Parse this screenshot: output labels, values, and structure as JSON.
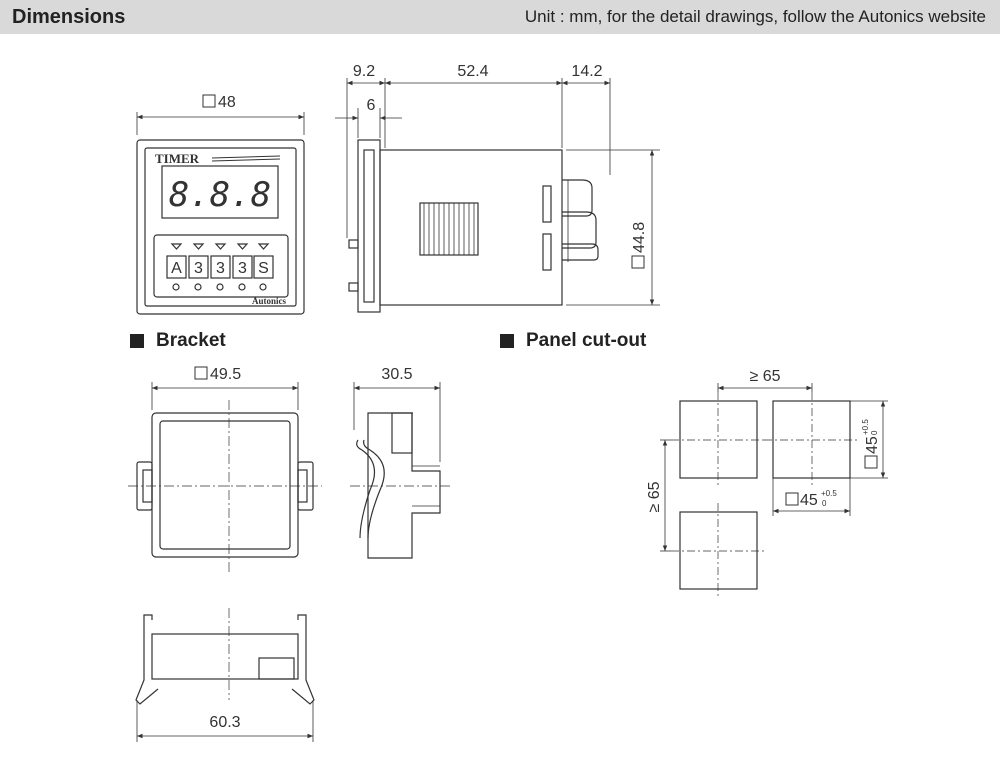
{
  "header": {
    "title": "Dimensions",
    "note": "Unit : mm, for the detail drawings, follow the Autonics website"
  },
  "front_view": {
    "width_dim": "48",
    "brand_label": "TIMER",
    "display_text": "8.8.8",
    "dials": [
      "A",
      "3",
      "3",
      "3",
      "S"
    ],
    "maker": "Autonics"
  },
  "side_view": {
    "dim_top_left": "9.2",
    "dim_top_mid": "52.4",
    "dim_top_right": "14.2",
    "dim_flange": "6",
    "dim_height": "44.8"
  },
  "sections": {
    "bracket": "Bracket",
    "panel_cutout": "Panel cut-out"
  },
  "bracket": {
    "front_width": "49.5",
    "side_width": "30.5",
    "bottom_width": "60.3"
  },
  "panel_cutout": {
    "pitch_h": "≥ 65",
    "pitch_v": "≥ 65",
    "hole_v": "45",
    "hole_h": "45",
    "tol_plus": "+0.5",
    "tol_zero": "0"
  },
  "colors": {
    "header_bg": "#d9d9d9",
    "line": "#333333"
  }
}
